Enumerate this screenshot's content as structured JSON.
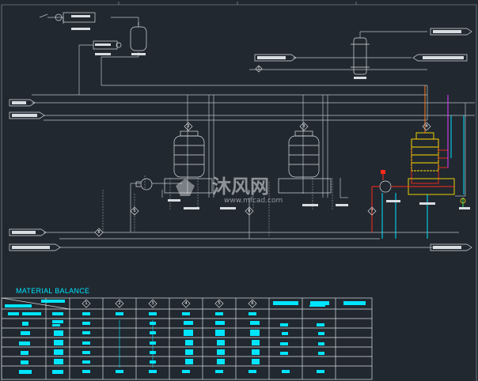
{
  "balance": {
    "title": "MATERIAL BALANCE",
    "stream_numbers": [
      "1",
      "2",
      "3",
      "4",
      "5",
      "6"
    ]
  },
  "diagram": {
    "stream_labels": [
      "1",
      "2",
      "3",
      "4",
      "5",
      "6",
      "7",
      "8"
    ]
  },
  "watermark": {
    "cn": "沐风网",
    "en": "www.mfcad.com"
  },
  "colors": {
    "background": "#212830",
    "line": "#b8c0c8",
    "cyan": "#00e5ff",
    "red": "#ff2a1a",
    "orange": "#ff7a1a",
    "yellow": "#ffe000",
    "magenta": "#e040ff",
    "green": "#30e060"
  }
}
